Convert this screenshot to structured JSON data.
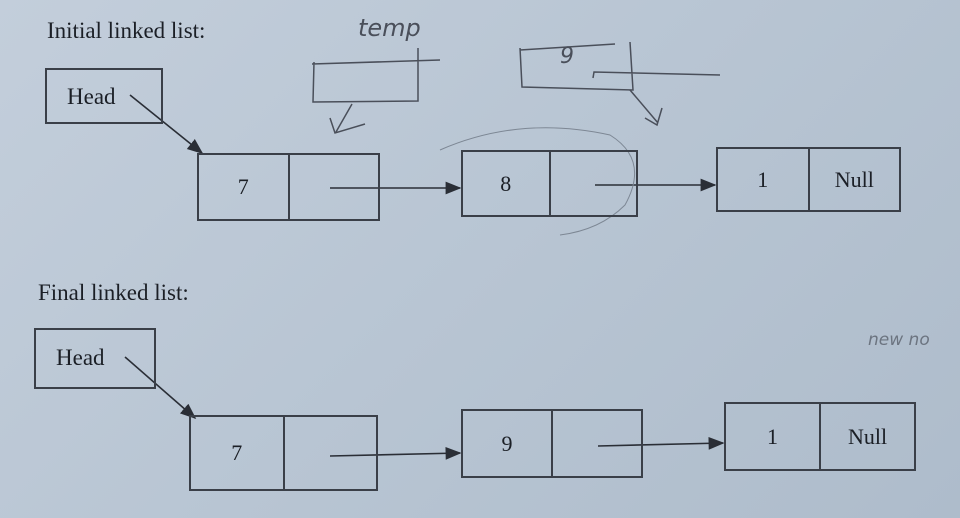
{
  "initial": {
    "title": "Initial linked list:",
    "head_label": "Head",
    "nodes": [
      {
        "value": "7",
        "next": ""
      },
      {
        "value": "8",
        "next": ""
      },
      {
        "value": "1",
        "next": "Null"
      }
    ]
  },
  "final": {
    "title": "Final linked list:",
    "head_label": "Head",
    "nodes": [
      {
        "value": "7",
        "next": ""
      },
      {
        "value": "9",
        "next": ""
      },
      {
        "value": "1",
        "next": "Null"
      }
    ]
  },
  "handwritten": {
    "temp": "temp",
    "new_value": "9",
    "side_note": "new no"
  }
}
